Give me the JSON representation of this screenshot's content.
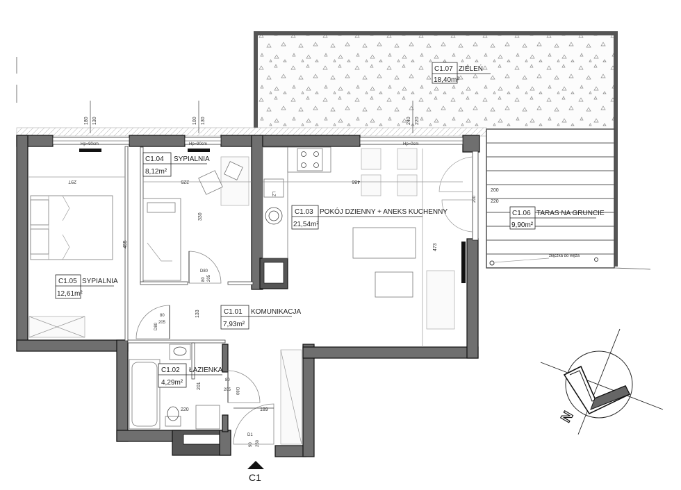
{
  "rooms": {
    "c101": {
      "code": "C1.01",
      "name": "KOMUNIKACJA",
      "area": "7,93m²"
    },
    "c102": {
      "code": "C1.02",
      "name": "ŁAZIENKA",
      "area": "4,29m²"
    },
    "c103": {
      "code": "C1.03",
      "name": "POKÓJ DZIENNY + ANEKS KUCHENNY",
      "area": "21,54m²"
    },
    "c104": {
      "code": "C1.04",
      "name": "SYPIALNIA",
      "area": "8,12m²"
    },
    "c105": {
      "code": "C1.05",
      "name": "SYPIALNIA",
      "area": "12,61m²"
    },
    "c106": {
      "code": "C1.06",
      "name": "TARAS NA GRUNCIE",
      "area": "9,90m²"
    },
    "c107": {
      "code": "C1.07",
      "name": "ZIELEŃ",
      "area": "18,40m²"
    }
  },
  "doors": {
    "d80_c104": "D80",
    "d80_c104_w": "80",
    "d80_c104_h": "205",
    "d80_c105": "D80",
    "d80_c105_w": "80",
    "d80_c105_h": "205",
    "d80_c102": "D80",
    "d80_c102_w": "80",
    "d80_c102_h": "205",
    "d1": "D1",
    "d1_w": "90",
    "d1_h": "250"
  },
  "windows": {
    "w1_a": "180",
    "w1_b": "130",
    "w1_hp": "Hp=90cm",
    "w2_a": "100",
    "w2_b": "130",
    "w2_hp": "Hp=90cm",
    "w3_a": "240",
    "w3_b": "220",
    "w3_hp": "Hp=0cm"
  },
  "dimensions": {
    "c105_width": "297",
    "c105_height": "455",
    "c104_width": "225",
    "c104_height": "330",
    "c103_width": "486",
    "c103_height": "473",
    "c101_a": "133",
    "c102_width": "220",
    "c102_height": "201",
    "c101_width": "189",
    "terrace_door_a": "200",
    "terrace_door_b": "220",
    "terrace_door_v": "200"
  },
  "notes": {
    "fridge": "LZ",
    "hose": "złączka do węża"
  },
  "entry": "C1",
  "compass": "N"
}
